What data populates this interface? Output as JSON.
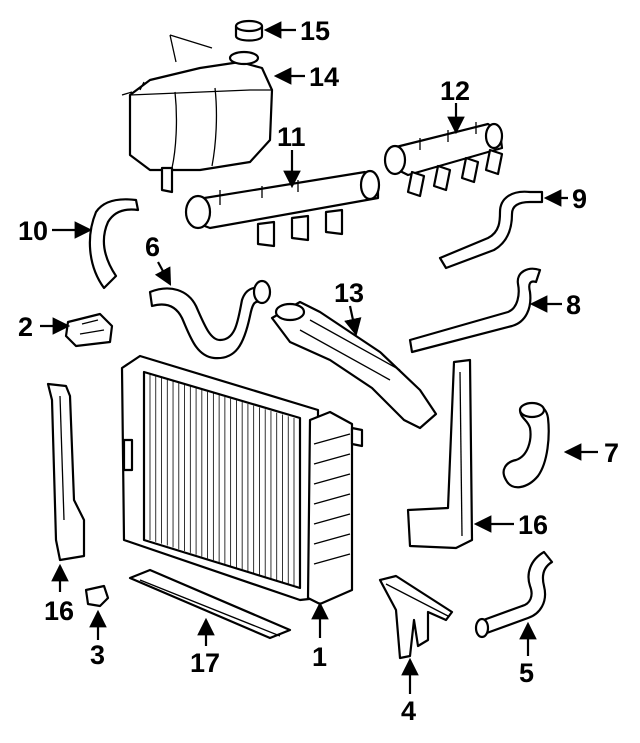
{
  "callouts": [
    {
      "id": "15",
      "label": "15"
    },
    {
      "id": "14",
      "label": "14"
    },
    {
      "id": "12",
      "label": "12"
    },
    {
      "id": "11",
      "label": "11"
    },
    {
      "id": "9",
      "label": "9"
    },
    {
      "id": "10",
      "label": "10"
    },
    {
      "id": "6",
      "label": "6"
    },
    {
      "id": "13",
      "label": "13"
    },
    {
      "id": "8",
      "label": "8"
    },
    {
      "id": "2",
      "label": "2"
    },
    {
      "id": "7",
      "label": "7"
    },
    {
      "id": "16a",
      "label": "16"
    },
    {
      "id": "16b",
      "label": "16"
    },
    {
      "id": "3",
      "label": "3"
    },
    {
      "id": "17",
      "label": "17"
    },
    {
      "id": "1",
      "label": "1"
    },
    {
      "id": "4",
      "label": "4"
    },
    {
      "id": "5",
      "label": "5"
    }
  ]
}
